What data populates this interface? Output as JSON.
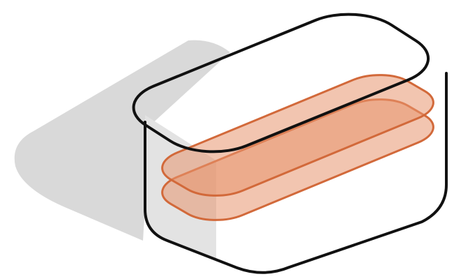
{
  "figure": {
    "kind": "isometric-illustration",
    "subject": "rounded-box-container",
    "contents": "two-stacked-rounded-layers"
  },
  "colors": {
    "background": "#ffffff",
    "outline": "#111111",
    "shadow": "#d9d9d9",
    "side_shade": "#e3e3e3",
    "layer_fill": "#e8956f",
    "layer_stroke": "#d2693a"
  }
}
